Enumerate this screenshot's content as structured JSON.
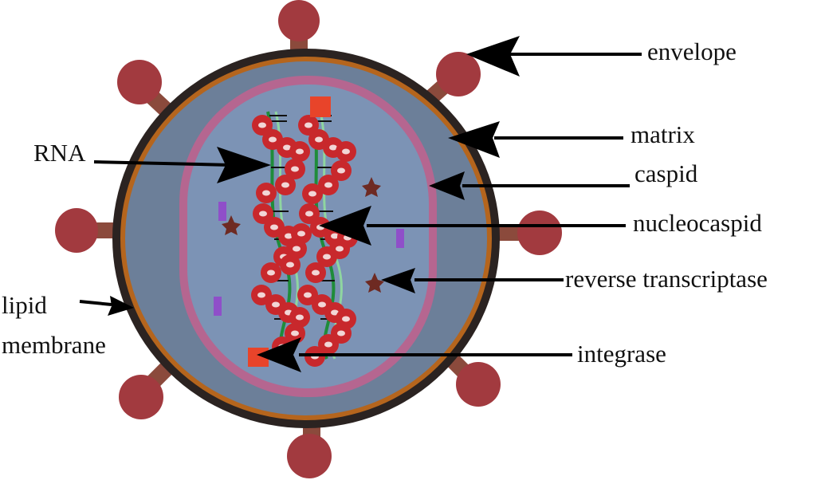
{
  "labels": {
    "envelope": "envelope",
    "matrix": "matrix",
    "caspid": "caspid",
    "rna": "RNA",
    "nucleocaspid": "nucleocaspid",
    "reverse_transcriptase": "reverse transcriptase",
    "lipid": "lipid",
    "membrane": "membrane",
    "integrase": "integrase"
  },
  "colors": {
    "outer_ring": "#2b2321",
    "orange_ring": "#b5651d",
    "matrix_fill": "#6c7f99",
    "capsid_border": "#b56690",
    "capsid_fill": "#7c93b5",
    "spike_head": "#a23a3f",
    "spike_stem": "#8b4a3c",
    "rna_bead": "#c8282c",
    "enzyme_star": "#6e2a22",
    "integrase_square": "#e8442a",
    "purple_bar": "#8f4fc9",
    "arrow": "#000000"
  }
}
